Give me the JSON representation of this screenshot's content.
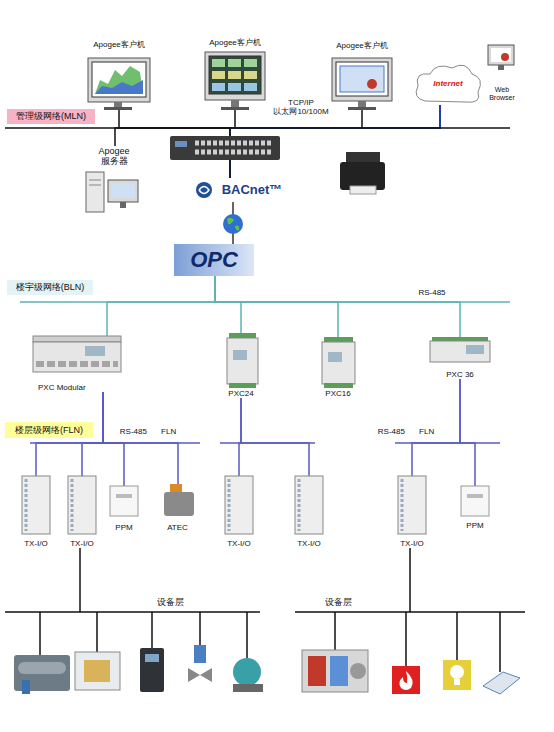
{
  "diagram": {
    "nodes": [
      {
        "text": [
          "Apogee客户机"
        ]
      },
      {
        "text": [
          "Apogee客户机"
        ]
      },
      {
        "text": [
          "Apogee客户机"
        ]
      },
      {
        "text": [
          "Internet"
        ]
      },
      {
        "text": [
          "Web Browser"
        ]
      },
      {
        "text": [
          "管理级网络(MLN)"
        ]
      },
      {
        "text": [
          "Apogee 服务器"
        ]
      },
      {
        "text": [
          "BACnet™"
        ]
      },
      {
        "text": [
          "OPC"
        ]
      },
      {
        "text": [
          "楼宇级网络(BLN)"
        ]
      },
      {
        "text": [
          "PXC Modular"
        ]
      },
      {
        "text": [
          "PXC24"
        ]
      },
      {
        "text": [
          "PXC16"
        ]
      },
      {
        "text": [
          "PXC 36"
        ]
      },
      {
        "text": [
          "楼层级网络(FLN)"
        ]
      },
      {
        "text": [
          "TX-I/O"
        ]
      },
      {
        "text": [
          "TX-I/O"
        ]
      },
      {
        "text": [
          "PPM"
        ]
      },
      {
        "text": [
          "ATEC"
        ]
      },
      {
        "text": [
          "TX-I/O"
        ]
      },
      {
        "text": [
          "TX-I/O"
        ]
      },
      {
        "text": [
          "TX-I/O"
        ]
      },
      {
        "text": [
          "PPM"
        ]
      }
    ],
    "edges": [
      {
        "from": 0,
        "to": 7,
        "arrow": "none"
      },
      {
        "from": 1,
        "to": 7,
        "arrow": "none"
      },
      {
        "from": 2,
        "to": 7,
        "arrow": "none"
      },
      {
        "from": 3,
        "to": 7,
        "arrow": "none"
      },
      {
        "from": 6,
        "to": 7,
        "arrow": "none"
      },
      {
        "from": 7,
        "to": 8,
        "arrow": "none"
      },
      {
        "from": 8,
        "to": 10,
        "arrow": "none"
      },
      {
        "from": 8,
        "to": 11,
        "arrow": "none"
      },
      {
        "from": 8,
        "to": 12,
        "arrow": "none"
      },
      {
        "from": 8,
        "to": 13,
        "arrow": "none"
      },
      {
        "from": 10,
        "to": 15,
        "arrow": "none"
      },
      {
        "from": 10,
        "to": 16,
        "arrow": "none"
      },
      {
        "from": 10,
        "to": 17,
        "arrow": "none"
      },
      {
        "from": 10,
        "to": 18,
        "arrow": "none"
      },
      {
        "from": 11,
        "to": 19,
        "arrow": "none"
      },
      {
        "from": 11,
        "to": 20,
        "arrow": "none"
      },
      {
        "from": 13,
        "to": 21,
        "arrow": "none"
      },
      {
        "from": 13,
        "to": 22,
        "arrow": "none"
      }
    ],
    "labels": [
      "TCP/IP 以太网10/100M",
      "RS-485",
      "RS-485 FLN",
      "RS-485 FLN",
      "设备层",
      "设备层"
    ]
  }
}
